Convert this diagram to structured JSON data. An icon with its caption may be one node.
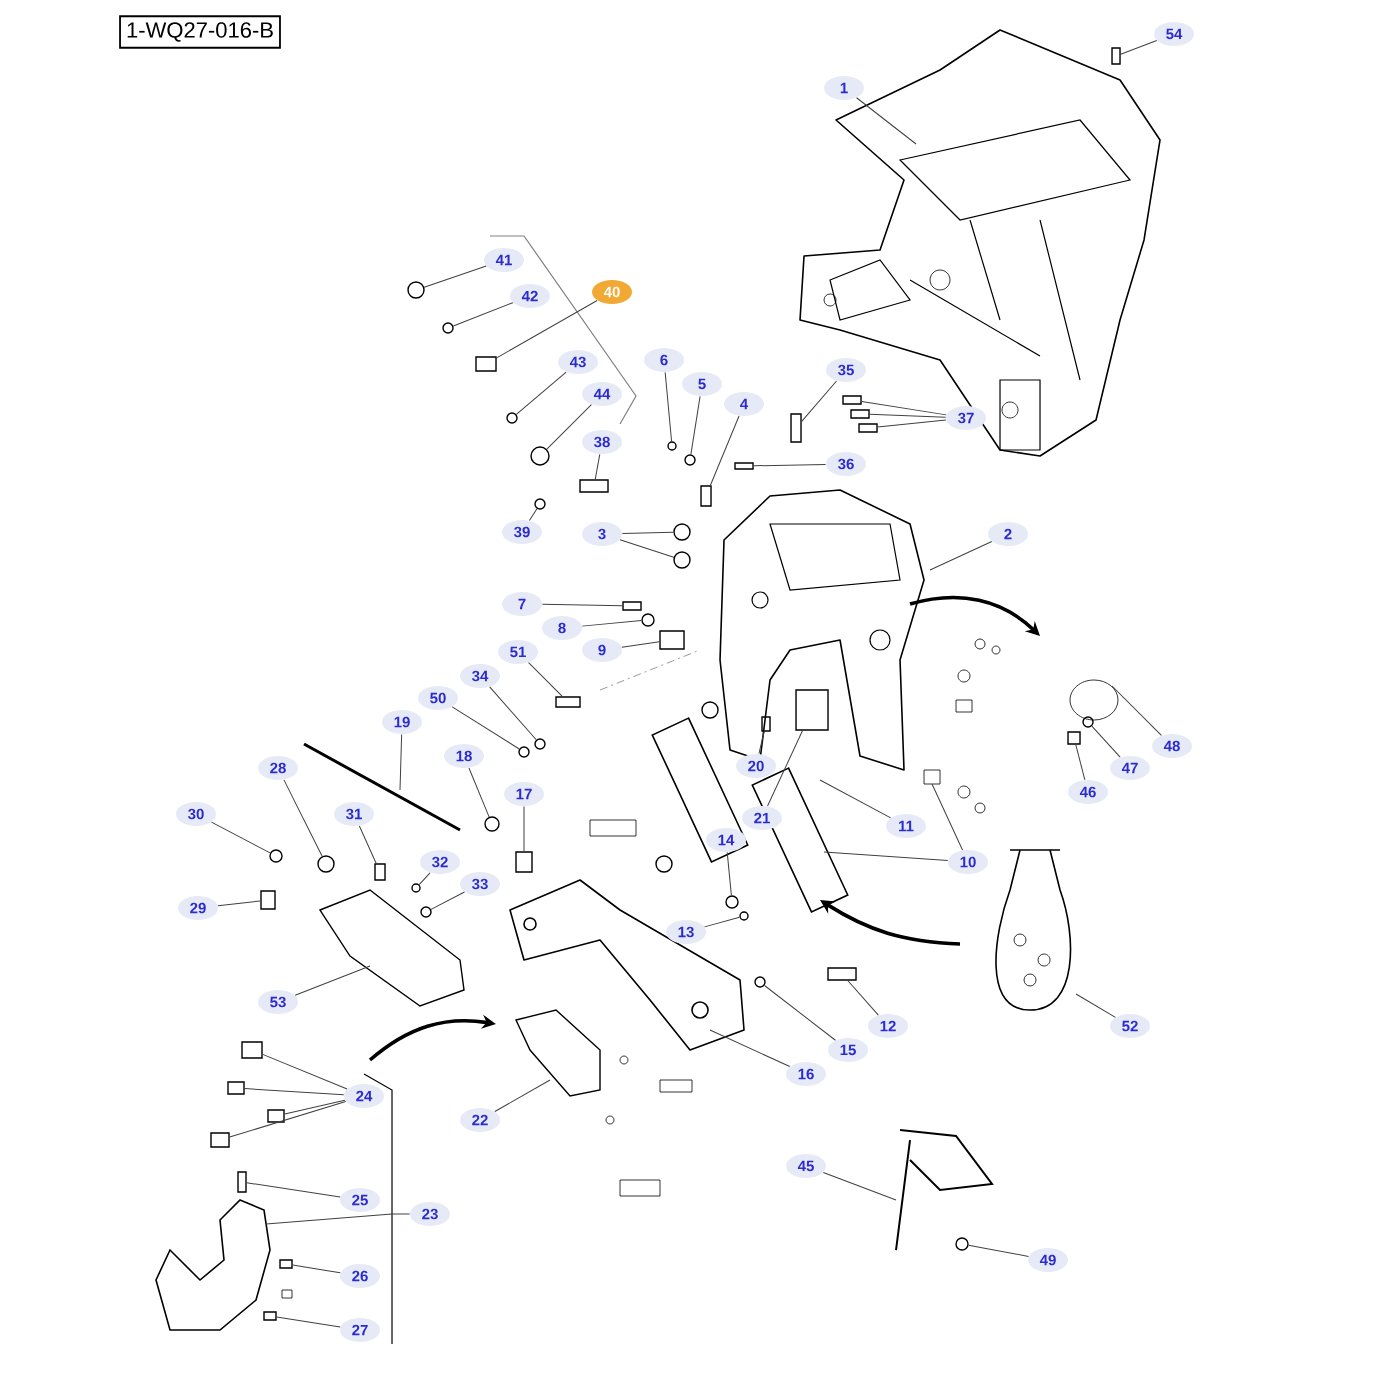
{
  "diagram": {
    "nodes": [
      {
        "text": [
          "1"
        ]
      },
      {
        "text": [
          "2"
        ]
      },
      {
        "text": [
          "3"
        ]
      },
      {
        "text": [
          "4"
        ]
      },
      {
        "text": [
          "5"
        ]
      },
      {
        "text": [
          "6"
        ]
      },
      {
        "text": [
          "7"
        ]
      },
      {
        "text": [
          "8"
        ]
      },
      {
        "text": [
          "9"
        ]
      },
      {
        "text": [
          "10"
        ]
      },
      {
        "text": [
          "11"
        ]
      },
      {
        "text": [
          "12"
        ]
      },
      {
        "text": [
          "13"
        ]
      },
      {
        "text": [
          "14"
        ]
      },
      {
        "text": [
          "15"
        ]
      },
      {
        "text": [
          "16"
        ]
      },
      {
        "text": [
          "17"
        ]
      },
      {
        "text": [
          "18"
        ]
      },
      {
        "text": [
          "19"
        ]
      },
      {
        "text": [
          "20"
        ]
      },
      {
        "text": [
          "21"
        ]
      },
      {
        "text": [
          "22"
        ]
      },
      {
        "text": [
          "23"
        ]
      },
      {
        "text": [
          "24"
        ]
      },
      {
        "text": [
          "25"
        ]
      },
      {
        "text": [
          "26"
        ]
      },
      {
        "text": [
          "27"
        ]
      },
      {
        "text": [
          "28"
        ]
      },
      {
        "text": [
          "29"
        ]
      },
      {
        "text": [
          "30"
        ]
      },
      {
        "text": [
          "31"
        ]
      },
      {
        "text": [
          "32"
        ]
      },
      {
        "text": [
          "33"
        ]
      },
      {
        "text": [
          "34"
        ]
      },
      {
        "text": [
          "35"
        ]
      },
      {
        "text": [
          "36"
        ]
      },
      {
        "text": [
          "37"
        ]
      },
      {
        "text": [
          "38"
        ]
      },
      {
        "text": [
          "39"
        ]
      },
      {
        "text": [
          "40"
        ]
      },
      {
        "text": [
          "41"
        ]
      },
      {
        "text": [
          "42"
        ]
      },
      {
        "text": [
          "43"
        ]
      },
      {
        "text": [
          "44"
        ]
      },
      {
        "text": [
          "45"
        ]
      },
      {
        "text": [
          "46"
        ]
      },
      {
        "text": [
          "47"
        ]
      },
      {
        "text": [
          "48"
        ]
      },
      {
        "text": [
          "49"
        ]
      },
      {
        "text": [
          "50"
        ]
      },
      {
        "text": [
          "51"
        ]
      },
      {
        "text": [
          "52"
        ]
      },
      {
        "text": [
          "53"
        ]
      },
      {
        "text": [
          "54"
        ]
      },
      {
        "text": [],
        "shape": "circle"
      },
      {
        "text": [],
        "shape": "circle"
      },
      {
        "text": [],
        "shape": "box"
      },
      {
        "text": [],
        "shape": "circle"
      },
      {
        "text": [],
        "shape": "circle"
      },
      {
        "text": [],
        "shape": "box"
      },
      {
        "text": [],
        "shape": "circle"
      },
      {
        "text": [],
        "shape": "box"
      },
      {
        "text": [],
        "shape": "box"
      },
      {
        "text": [],
        "shape": "circle"
      },
      {
        "text": [],
        "shape": "circle"
      },
      {
        "text": [],
        "shape": "circle"
      },
      {
        "text": [],
        "shape": "box"
      },
      {
        "text": [],
        "shape": "circle"
      },
      {
        "text": [],
        "shape": "box"
      },
      {
        "text": [],
        "shape": "box"
      },
      {
        "text": [],
        "shape": "box"
      },
      {
        "text": [],
        "shape": "box"
      },
      {
        "text": [],
        "shape": "box"
      },
      {
        "text": [],
        "shape": "box"
      },
      {
        "text": [],
        "shape": "box"
      },
      {
        "text": [],
        "shape": "box"
      },
      {
        "text": [],
        "shape": "circle"
      },
      {
        "text": [],
        "shape": "box"
      },
      {
        "text": [],
        "shape": "circle"
      },
      {
        "text": [],
        "shape": "box"
      },
      {
        "text": [],
        "shape": "circle"
      },
      {
        "text": [],
        "shape": "circle"
      },
      {
        "text": [],
        "shape": "circle"
      },
      {
        "text": [],
        "shape": "box"
      },
      {
        "text": [],
        "shape": "box"
      },
      {
        "text": [],
        "shape": "box"
      },
      {
        "text": [],
        "shape": "box"
      },
      {
        "text": [],
        "shape": "box"
      },
      {
        "text": [],
        "shape": "box"
      },
      {
        "text": [],
        "shape": "circle"
      },
      {
        "text": [],
        "shape": "box"
      },
      {
        "text": [],
        "shape": "circle"
      },
      {
        "text": [],
        "shape": "circle"
      },
      {
        "text": [],
        "shape": "circle"
      },
      {
        "text": [],
        "shape": "circle"
      },
      {
        "text": [],
        "shape": "box"
      },
      {
        "text": [],
        "shape": "circle"
      },
      {
        "text": [],
        "shape": "circle"
      },
      {
        "text": [],
        "shape": "circle"
      },
      {
        "text": [],
        "shape": "box"
      },
      {
        "text": [],
        "shape": "box"
      },
      {
        "text": [],
        "shape": "box"
      }
    ],
    "edges": [
      {
        "from": 0,
        "to": null,
        "arrow": "none"
      },
      {
        "from": 1,
        "to": null,
        "arrow": "none"
      },
      {
        "from": 2,
        "to": 54,
        "arrow": "none"
      },
      {
        "from": 2,
        "to": 55,
        "arrow": "none"
      },
      {
        "from": 3,
        "to": 56,
        "arrow": "none"
      },
      {
        "from": 4,
        "to": 57,
        "arrow": "none"
      },
      {
        "from": 5,
        "to": 58,
        "arrow": "none"
      },
      {
        "from": 6,
        "to": 59,
        "arrow": "none"
      },
      {
        "from": 7,
        "to": 60,
        "arrow": "none"
      },
      {
        "from": 8,
        "to": 61,
        "arrow": "none"
      },
      {
        "from": 9,
        "to": null,
        "arrow": "none"
      },
      {
        "from": 9,
        "to": null,
        "arrow": "none"
      },
      {
        "from": 10,
        "to": null,
        "arrow": "none"
      },
      {
        "from": 11,
        "to": 62,
        "arrow": "none"
      },
      {
        "from": 12,
        "to": 63,
        "arrow": "none"
      },
      {
        "from": 13,
        "to": 64,
        "arrow": "none"
      },
      {
        "from": 14,
        "to": 65,
        "arrow": "none"
      },
      {
        "from": 15,
        "to": null,
        "arrow": "none"
      },
      {
        "from": 16,
        "to": 66,
        "arrow": "none"
      },
      {
        "from": 17,
        "to": 67,
        "arrow": "none"
      },
      {
        "from": 18,
        "to": null,
        "arrow": "none"
      },
      {
        "from": 19,
        "to": 68,
        "arrow": "none"
      },
      {
        "from": 20,
        "to": 101,
        "arrow": "none"
      },
      {
        "from": 21,
        "to": null,
        "arrow": "none"
      },
      {
        "from": 22,
        "to": null,
        "arrow": "none"
      },
      {
        "from": 23,
        "to": 69,
        "arrow": "none"
      },
      {
        "from": 23,
        "to": 70,
        "arrow": "none"
      },
      {
        "from": 23,
        "to": 71,
        "arrow": "none"
      },
      {
        "from": 23,
        "to": 72,
        "arrow": "none"
      },
      {
        "from": 24,
        "to": 73,
        "arrow": "none"
      },
      {
        "from": 25,
        "to": 74,
        "arrow": "none"
      },
      {
        "from": 26,
        "to": 75,
        "arrow": "none"
      },
      {
        "from": 27,
        "to": 76,
        "arrow": "none"
      },
      {
        "from": 28,
        "to": 77,
        "arrow": "none"
      },
      {
        "from": 29,
        "to": 78,
        "arrow": "none"
      },
      {
        "from": 30,
        "to": 79,
        "arrow": "none"
      },
      {
        "from": 31,
        "to": 80,
        "arrow": "none"
      },
      {
        "from": 32,
        "to": 81,
        "arrow": "none"
      },
      {
        "from": 33,
        "to": 82,
        "arrow": "none"
      },
      {
        "from": 34,
        "to": 83,
        "arrow": "none"
      },
      {
        "from": 35,
        "to": 84,
        "arrow": "none"
      },
      {
        "from": 36,
        "to": 85,
        "arrow": "none"
      },
      {
        "from": 36,
        "to": 86,
        "arrow": "none"
      },
      {
        "from": 36,
        "to": 87,
        "arrow": "none"
      },
      {
        "from": 37,
        "to": 88,
        "arrow": "none"
      },
      {
        "from": 38,
        "to": 89,
        "arrow": "none"
      },
      {
        "from": 39,
        "to": 90,
        "arrow": "none"
      },
      {
        "from": 40,
        "to": 91,
        "arrow": "none"
      },
      {
        "from": 41,
        "to": 92,
        "arrow": "none"
      },
      {
        "from": 42,
        "to": 93,
        "arrow": "none"
      },
      {
        "from": 43,
        "to": 94,
        "arrow": "none"
      },
      {
        "from": 44,
        "to": null,
        "arrow": "none"
      },
      {
        "from": 45,
        "to": 95,
        "arrow": "none"
      },
      {
        "from": 46,
        "to": 96,
        "arrow": "none"
      },
      {
        "from": 47,
        "to": null,
        "arrow": "none"
      },
      {
        "from": 48,
        "to": 97,
        "arrow": "none"
      },
      {
        "from": 49,
        "to": 98,
        "arrow": "none"
      },
      {
        "from": 50,
        "to": 99,
        "arrow": "none"
      },
      {
        "from": 51,
        "to": null,
        "arrow": "none"
      },
      {
        "from": 52,
        "to": null,
        "arrow": "none"
      },
      {
        "from": 53,
        "to": 100,
        "arrow": "none"
      }
    ],
    "labels": [
      "1-WQ27-016-B"
    ]
  }
}
